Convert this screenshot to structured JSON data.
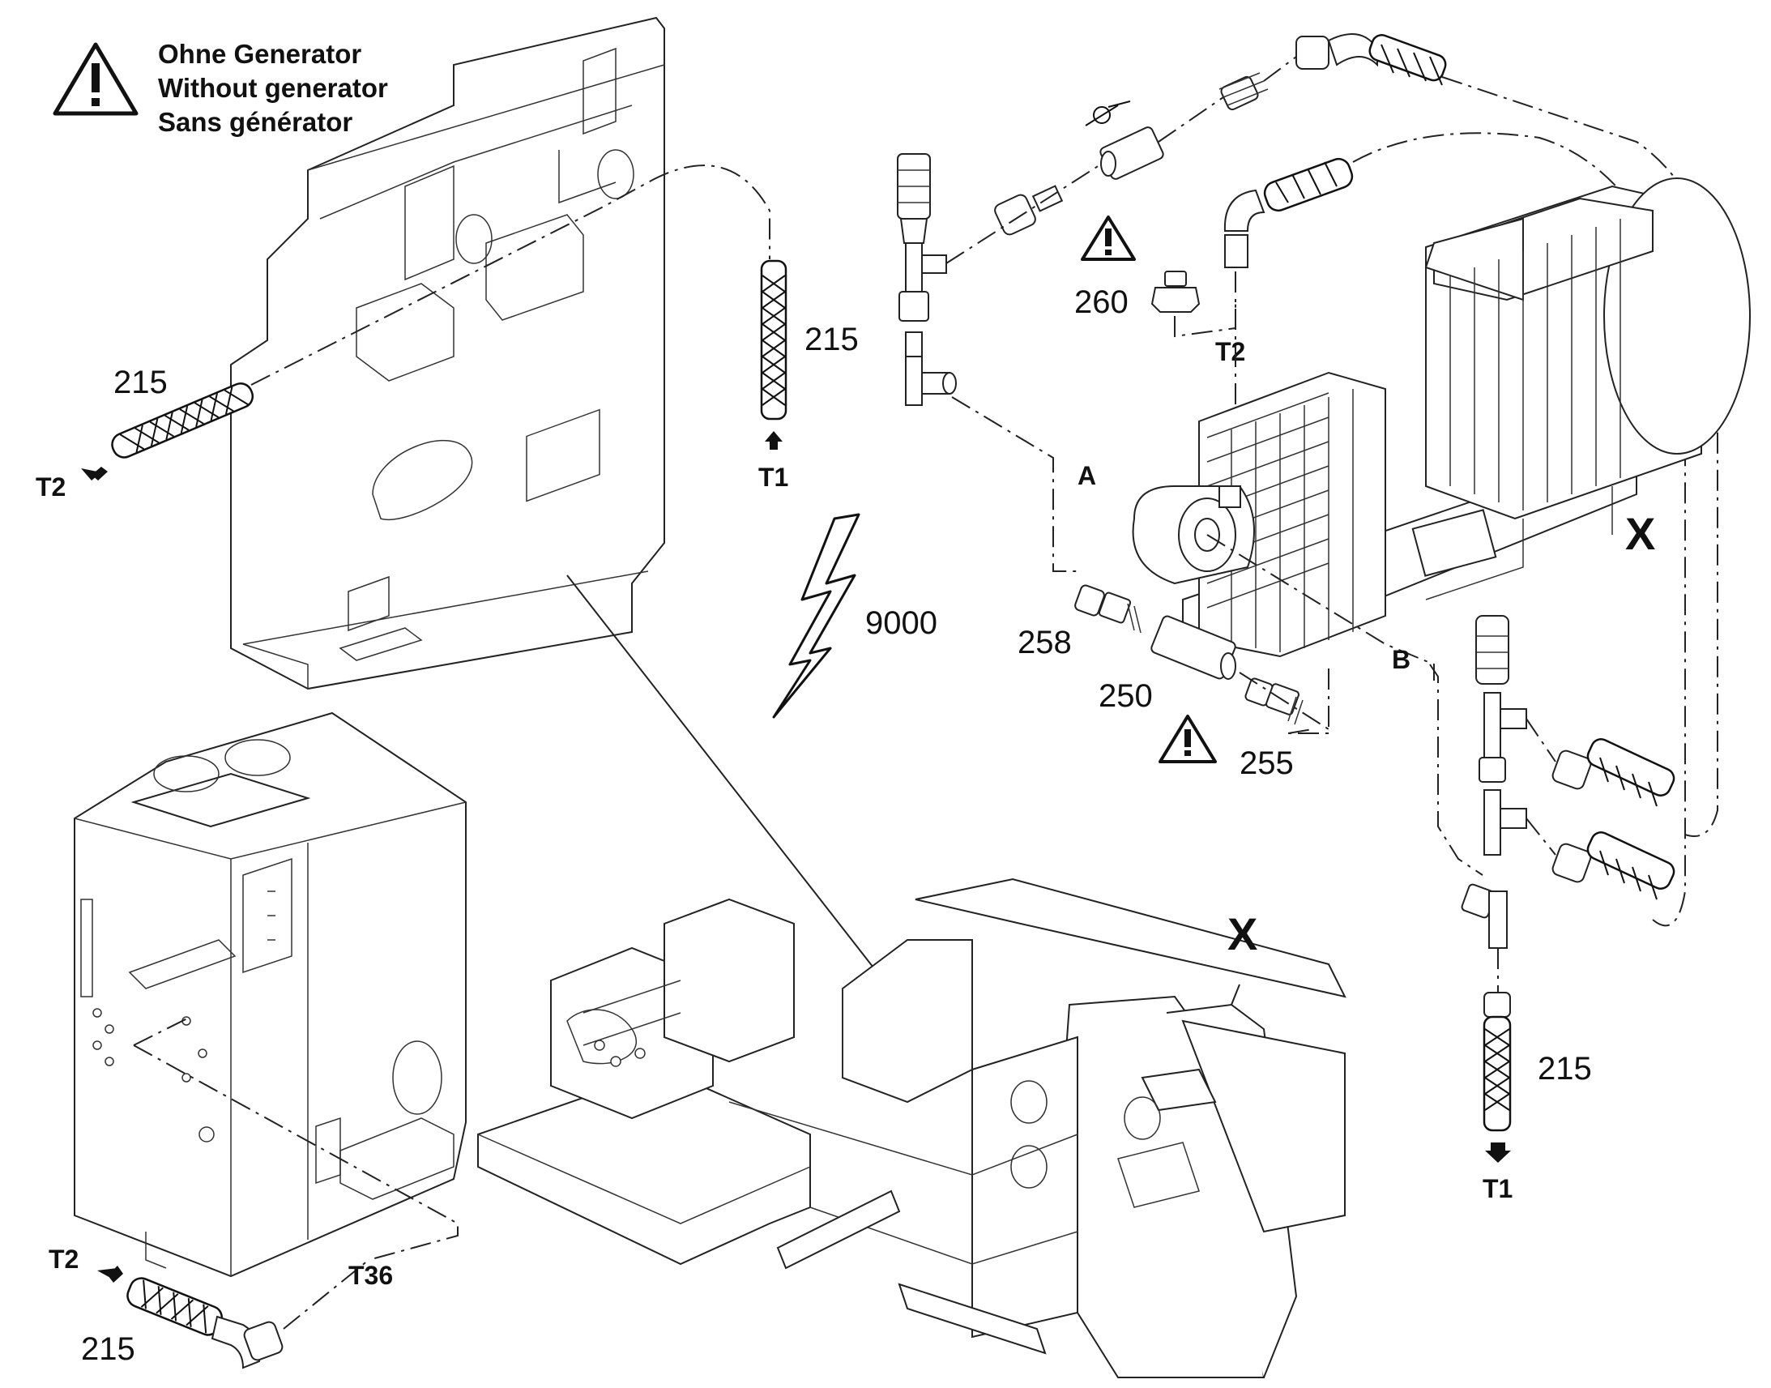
{
  "warning_note": {
    "lines": [
      "Ohne Generator",
      "Without generator",
      "Sans générator"
    ]
  },
  "labels": {
    "hose_215_top_left": "215",
    "hose_215_top_mid": "215",
    "hose_215_right": "215",
    "hose_215_bottom_left": "215",
    "part_260": "260",
    "part_258": "258",
    "part_250": "250",
    "part_255": "255",
    "ref_9000": "9000",
    "port_a": "A",
    "port_b": "B",
    "marker_x_motor": "X",
    "marker_x_frame": "X",
    "conn_t2_left": "T2",
    "conn_t1_mid": "T1",
    "conn_t2_motor": "T2",
    "conn_t1_right": "T1",
    "conn_t2_bottom": "T2",
    "conn_t36": "T36"
  },
  "icons": [
    "warning-triangle-icon",
    "lightning-icon",
    "arrow-up-icon",
    "arrow-down-icon",
    "check-valve-icon"
  ]
}
